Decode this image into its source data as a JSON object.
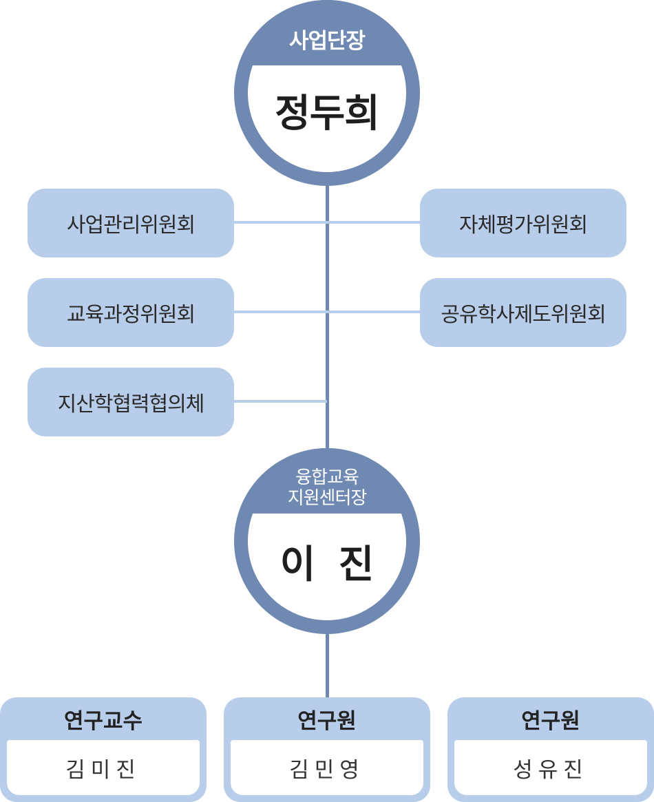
{
  "director": {
    "title": "사업단장",
    "name": "정두희"
  },
  "committees_left": [
    {
      "label": "사업관리위원회"
    },
    {
      "label": "교육과정위원회"
    },
    {
      "label": "지산학협력협의체"
    }
  ],
  "committees_right": [
    {
      "label": "자체평가위원회"
    },
    {
      "label": "공유학사제도위원회"
    }
  ],
  "center_head": {
    "title_line1": "융합교육",
    "title_line2": "지원센터장",
    "name": "이 진"
  },
  "staff": [
    {
      "role": "연구교수",
      "name": "김미진"
    },
    {
      "role": "연구원",
      "name": "김민영"
    },
    {
      "role": "연구원",
      "name": "성유진"
    }
  ],
  "colors": {
    "dark_blue": "#6f89b2",
    "light_blue": "#b7cde9",
    "text": "#222222"
  }
}
